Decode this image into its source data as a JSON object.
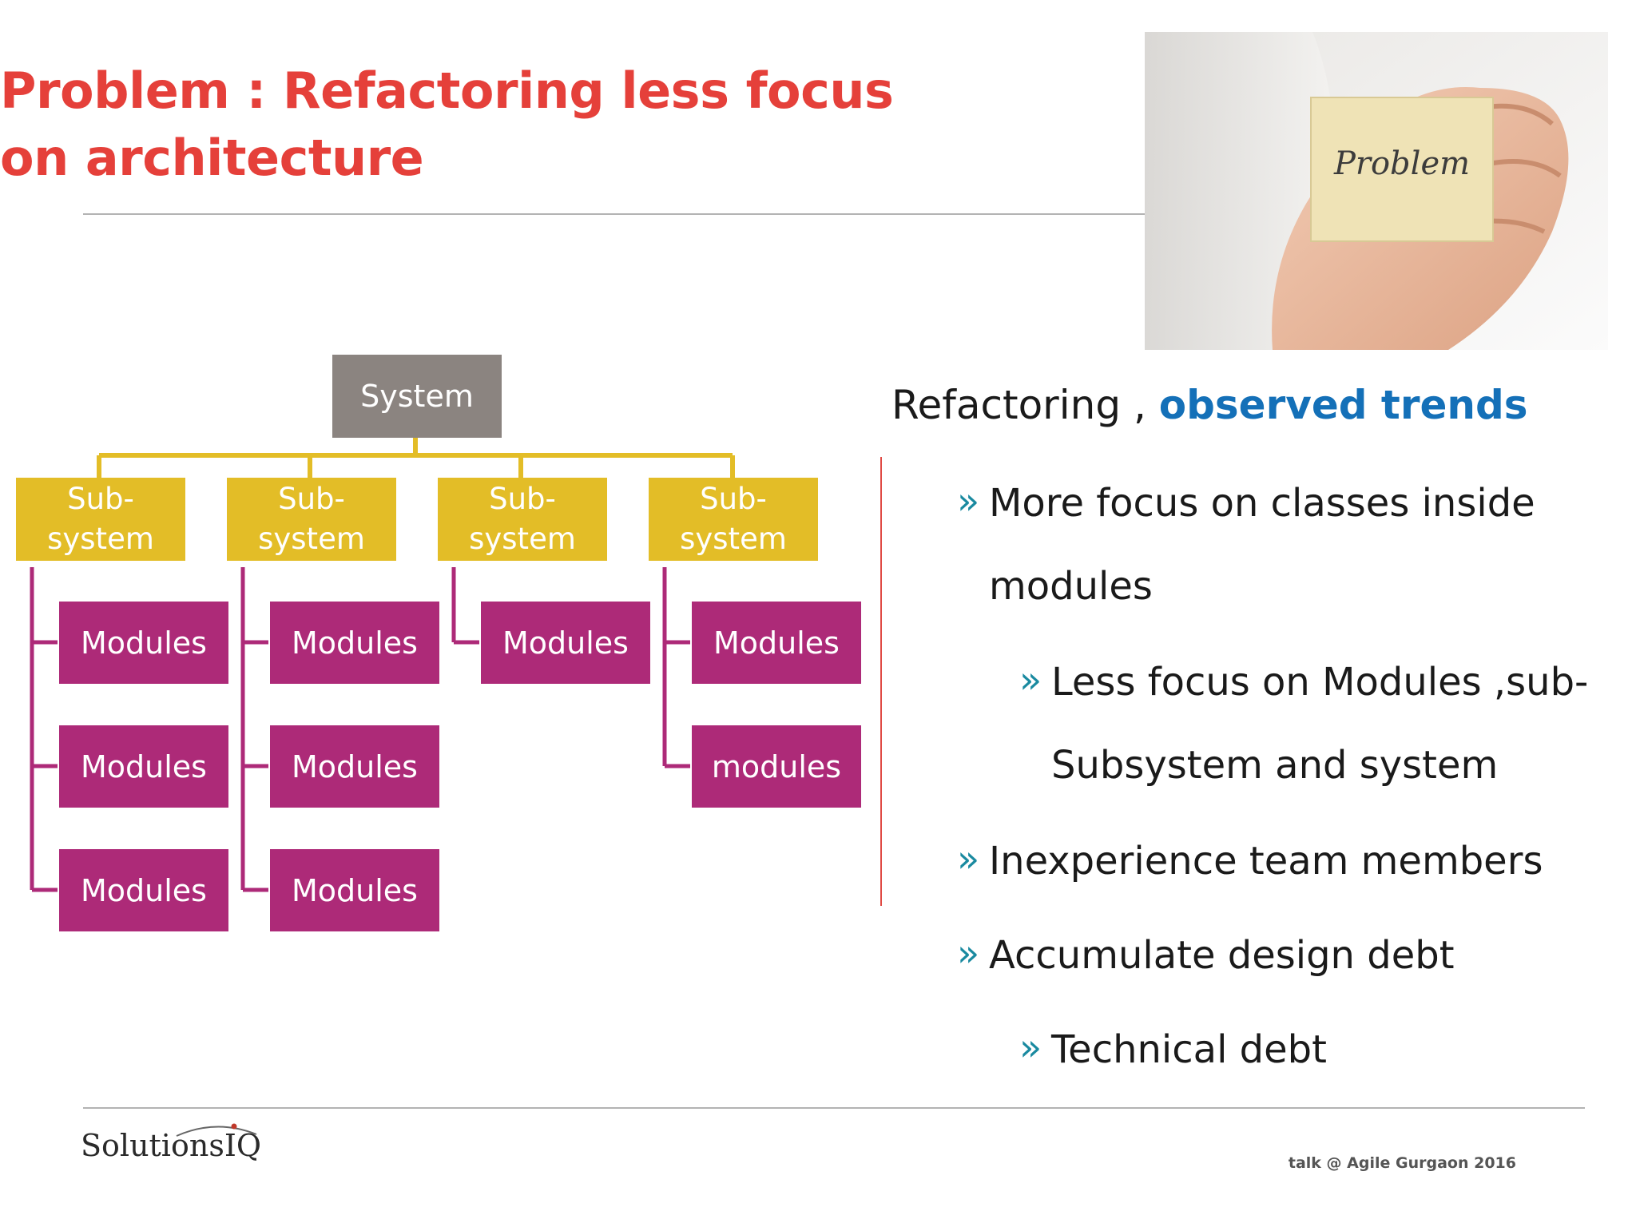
{
  "title": "Problem : Refactoring less focus on architecture",
  "photo": {
    "card_text": "Problem"
  },
  "diagram": {
    "system": "System",
    "subsystems": [
      {
        "label": "Sub-\nsystem",
        "modules": [
          "Modules",
          "Modules",
          "Modules"
        ]
      },
      {
        "label": "Sub-\nsystem",
        "modules": [
          "Modules",
          "Modules",
          "Modules"
        ]
      },
      {
        "label": "Sub-\nsystem",
        "modules": [
          "Modules"
        ]
      },
      {
        "label": "Sub-\nsystem",
        "modules": [
          "Modules",
          "modules"
        ]
      }
    ]
  },
  "trends": {
    "heading_prefix": "Refactoring , ",
    "heading_highlight": "observed trends",
    "bullet_glyph": "»",
    "items": [
      {
        "text_line1": "More focus on classes inside",
        "text_line2": "modules"
      },
      {
        "text_line1": "Less focus on Modules ,sub-",
        "text_line2": "Subsystem and system"
      },
      {
        "text": "Inexperience team members"
      },
      {
        "text": "Accumulate design debt"
      },
      {
        "text": "Technical debt"
      }
    ]
  },
  "colors": {
    "title": "#e5403a",
    "system_box": "#8b8480",
    "subsystem_box": "#e3bd27",
    "module_box": "#ad2a78",
    "highlight": "#1470b8",
    "bullet": "#1a8aa0"
  },
  "footer": {
    "logo_text": "SolutionsIQ",
    "talk": "talk @ Agile Gurgaon 2016"
  }
}
